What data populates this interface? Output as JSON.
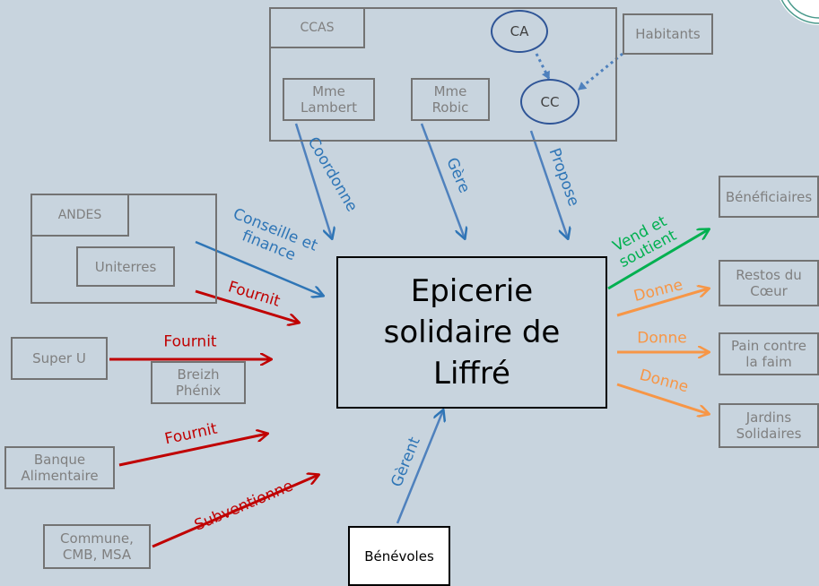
{
  "boxes": {
    "ccas": "CCAS",
    "mme_lambert": "Mme\nLambert",
    "mme_robic": "Mme\nRobic",
    "ca": "CA",
    "cc": "CC",
    "habitants": "Habitants",
    "andes": "ANDES",
    "uniterres": "Uniterres",
    "super_u": "Super U",
    "breizh_phenix": "Breizh\nPhénix",
    "banque_alimentaire": "Banque\nAlimentaire",
    "commune": "Commune,\nCMB, MSA",
    "benevoles": "Bénévoles",
    "center": "Epicerie\nsolidaire de\nLiffré",
    "beneficiaires": "Bénéficiaires",
    "restos": "Restos du\nCœur",
    "pain": "Pain contre\nla faim",
    "jardins": "Jardins\nSolidaires"
  },
  "edges": {
    "coordonne": "Coordonne",
    "gere": "Gère",
    "propose": "Propose",
    "conseille": "Conseille et\nfinance",
    "fournit_1": "Fournit",
    "fournit_2": "Fournit",
    "fournit_3": "Fournit",
    "subventionne": "Subventionne",
    "gerent": "Gèrent",
    "vend": "Vend et\nsoutient",
    "donne_1": "Donne",
    "donne_2": "Donne",
    "donne_3": "Donne"
  },
  "colors": {
    "blue": "#2e75b6",
    "red": "#c00000",
    "green": "#00b050",
    "orange": "#f79646",
    "navy": "#2f5597"
  }
}
